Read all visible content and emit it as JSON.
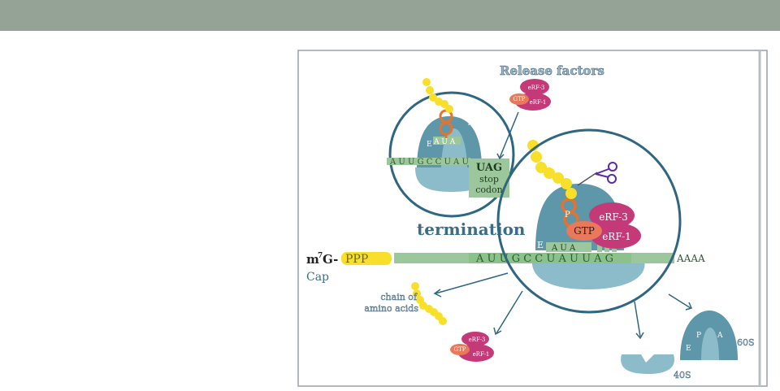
{
  "diagram": {
    "heading_release": "Release factors",
    "heading_termination": "termination",
    "cap_label": "Cap",
    "mrna_prefix": "m",
    "mrna_superscript": "7",
    "mrna_g": "G-",
    "ppp": "PPP",
    "mrna_sequence": "A U U G C C U A U U A G",
    "poly_a": "AAAA",
    "small_mrna_sequence": "A U U G C C U A U",
    "stop_codon_box": [
      "UAG",
      "stop",
      "codon"
    ],
    "small_anticodon": "A U A",
    "large_anticodon": "A U A",
    "site_e": "E",
    "site_p": "P",
    "site_a": "A",
    "release_factor_top": {
      "erf3": "eRF-3",
      "gtp": "GTP",
      "erf1": "eRF-1"
    },
    "release_factor_main": {
      "erf3": "eRF-3",
      "gtp": "GTP",
      "erf1": "eRF-1"
    },
    "release_factor_bottom": {
      "erf3": "eRF-3",
      "gtp": "GTP",
      "erf1": "eRF-1"
    },
    "chain_label": [
      "chain of",
      "amino acids"
    ],
    "subunit_60s": "60S",
    "subunit_40s": "40S"
  },
  "colors": {
    "topbar": "#94a396",
    "ribosome": "#5e96aa",
    "ribosome_light": "#8cbcca",
    "circle": "#2f6680",
    "mrna": "#9cc79c",
    "amino": "#f8df2a",
    "erf": "#c43a78",
    "gtp": "#e9795a",
    "trna": "#e5732d",
    "text_dark": "#3c5f78"
  }
}
